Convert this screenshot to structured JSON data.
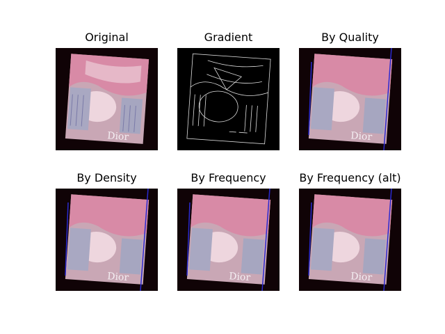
{
  "figure": {
    "panels": [
      {
        "title": "Original",
        "image": "original-photo"
      },
      {
        "title": "Gradient",
        "image": "gradient-edge-map"
      },
      {
        "title": "By Quality",
        "image": "deskewed-by-quality"
      },
      {
        "title": "By Density",
        "image": "deskewed-by-density"
      },
      {
        "title": "By Frequency",
        "image": "deskewed-by-frequency"
      },
      {
        "title": "By Frequency (alt)",
        "image": "deskewed-by-frequency-alt"
      }
    ],
    "watermark_text": "Dior"
  },
  "colors": {
    "background": "#100306",
    "border_line": "#2a2ad0"
  }
}
